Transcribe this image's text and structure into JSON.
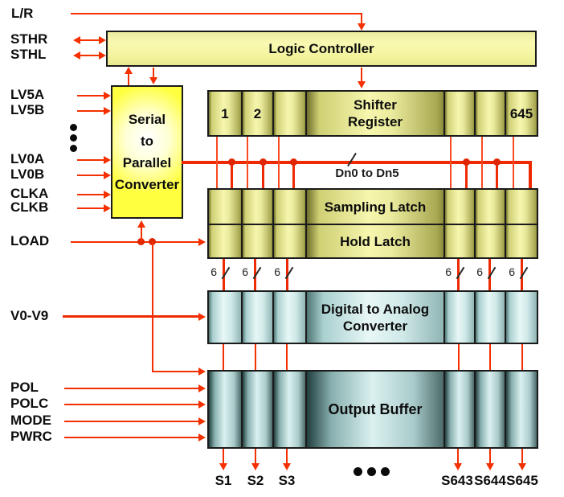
{
  "signals": {
    "lr": "L/R",
    "sth": [
      "STHR",
      "STHL"
    ],
    "serial_inputs": [
      "LV5A",
      "LV5B",
      "LV0A",
      "LV0B",
      "CLKA",
      "CLKB"
    ],
    "load": "LOAD",
    "gamma": "V0-V9",
    "control": [
      "POL",
      "POLC",
      "MODE",
      "PWRC"
    ]
  },
  "blocks": {
    "logic_controller": "Logic Controller",
    "serial_to_parallel": "Serial\nto\nParallel\nConverter",
    "shifter": {
      "cell_1": "1",
      "cell_2": "2",
      "title": "Shifter\nRegister",
      "cell_last": "645"
    },
    "sampling_latch": "Sampling Latch",
    "hold_latch": "Hold Latch",
    "dac": "Digital to Analog\nConverter",
    "output_buffer": "Output Buffer"
  },
  "bus": {
    "label": "Dn0 to Dn5",
    "width_marker": "6"
  },
  "outputs": [
    "S1",
    "S2",
    "S3",
    "S643",
    "S644",
    "S645"
  ],
  "colors": {
    "wire_red": "#f43000",
    "bus_red": "#ee2a00",
    "logic_yellow": "#f5f59c",
    "cell_olive_light": "#f6f6ae",
    "cell_olive_dark": "#6f6f2d",
    "dac_cyan": "#e7f7f6",
    "buffer_teal_dark": "#223e3e",
    "converter_yellow": "#ffff3f",
    "text_black": "#0d0d0d"
  }
}
